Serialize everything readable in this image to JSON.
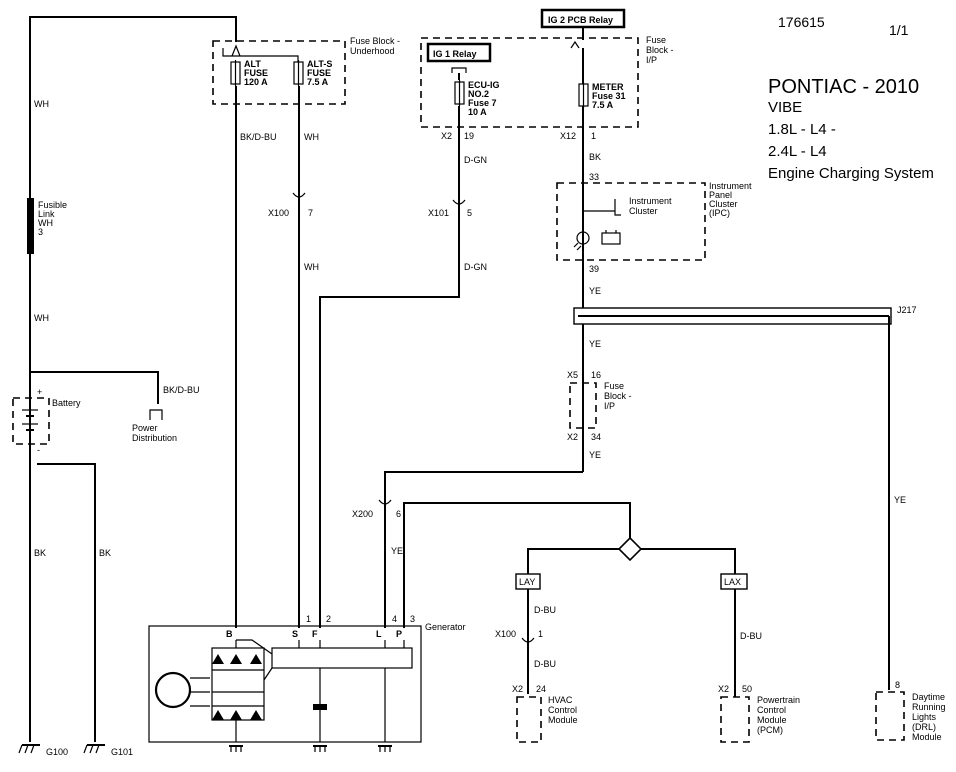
{
  "header": {
    "doc_number": "176615",
    "page": "1/1",
    "make_year": "PONTIAC - 2010",
    "model": "VIBE",
    "engine1": "1.8L - L4 -",
    "engine2": "2.4L -  L4",
    "system": "Engine Charging System"
  },
  "relays": {
    "ig2": "IG 2 PCB Relay",
    "ig1": "IG 1 Relay"
  },
  "fuse_blocks": {
    "underhood1": "Fuse Block -",
    "underhood2": "Underhood",
    "ip1": "Fuse",
    "ip2": "Block -",
    "ip3": "I/P",
    "ip_lower1": "Fuse",
    "ip_lower2": "Block -",
    "ip_lower3": "I/P"
  },
  "fuses": {
    "alt": [
      "ALT",
      "FUSE",
      "120 A"
    ],
    "alts": [
      "ALT-S",
      "FUSE",
      "7.5 A"
    ],
    "ecu": [
      "ECU-IG",
      "NO.2",
      "Fuse 7",
      "10 A"
    ],
    "meter": [
      "METER",
      "Fuse 31",
      "7.5 A"
    ]
  },
  "wires": {
    "wh": "WH",
    "bk_dbu": "BK/D-BU",
    "dgn": "D-GN",
    "bk": "BK",
    "ye": "YE",
    "dbu": "D-BU"
  },
  "connectors": {
    "x2": "X2",
    "x12": "X12",
    "x100": "X100",
    "x101": "X101",
    "x200": "X200",
    "x5": "X5",
    "j217": "J217",
    "lay": "LAY",
    "lax": "LAX"
  },
  "pins": {
    "p19": "19",
    "p1": "1",
    "p33": "33",
    "p7": "7",
    "p5": "5",
    "p39": "39",
    "p16": "16",
    "p34": "34",
    "p6": "6",
    "p2": "2",
    "p4": "4",
    "p3": "3",
    "p24": "24",
    "p50": "50",
    "p8": "8"
  },
  "fusible_link": [
    "Fusible",
    "Link",
    "WH",
    "3"
  ],
  "battery": {
    "label": "Battery",
    "plus": "+",
    "minus": "-"
  },
  "power_dist": [
    "Power",
    "Distribution"
  ],
  "ipc": [
    "Instrument",
    "Panel",
    "Cluster",
    "(IPC)"
  ],
  "ipc_inner": [
    "Instrument",
    "Cluster"
  ],
  "generator": {
    "label": "Generator",
    "terms": [
      "B",
      "S",
      "F",
      "L",
      "P"
    ]
  },
  "modules": {
    "hvac": [
      "HVAC",
      "Control",
      "Module"
    ],
    "pcm": [
      "Powertrain",
      "Control",
      "Module",
      "(PCM)"
    ],
    "drl": [
      "Daytime",
      "Running",
      "Lights",
      "(DRL)",
      "Module"
    ]
  },
  "grounds": {
    "g100": "G100",
    "g101": "G101"
  }
}
